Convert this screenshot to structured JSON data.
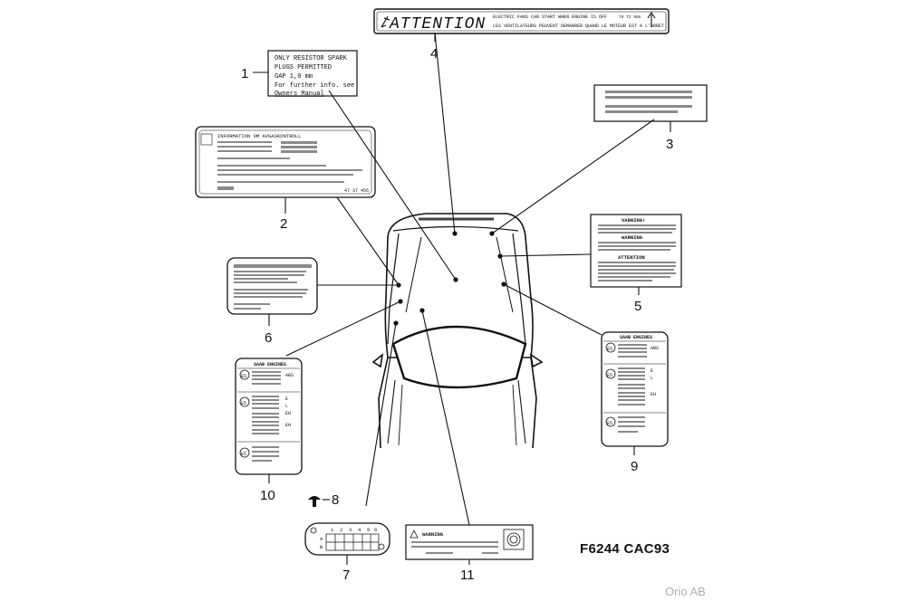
{
  "callouts": [
    "1",
    "2",
    "3",
    "4",
    "5",
    "6",
    "7",
    "8",
    "9",
    "10",
    "11"
  ],
  "label1": {
    "lines": [
      "ONLY RESISTOR SPARK",
      "PLUGS PERMITTED",
      "GAP  1,0 mm",
      "For further info. see",
      "Owners  Manual"
    ]
  },
  "label4": {
    "title": "ATTENTION",
    "line1": "ELECTRIC FANS CAN START WHEN ENGINE IS OFF",
    "line2": "LES VENTILATEURS PEUVENT DEMARRER QUAND LE MOTEUR EST A L'ARRET",
    "code": "78 72 986"
  },
  "label2": {
    "heading": "INFORMATION OM AVGASKONTROLL",
    "code": "47 37 456"
  },
  "label5": {
    "headings": [
      "VARNING!",
      "WARNING",
      "ATTENTION"
    ]
  },
  "label9": {
    "heading": "SAAB ENGINES",
    "marks": [
      "E5",
      "E5",
      "E5"
    ],
    "tags": [
      "ABS",
      "E",
      "L",
      "EH"
    ]
  },
  "label10": {
    "heading": "SAAB ENGINES",
    "marks": [
      "E5",
      "E5",
      "E5"
    ],
    "tags": [
      "ABS",
      "E",
      "L",
      "EH",
      "EH"
    ]
  },
  "label7": {
    "digits": [
      "1",
      "2",
      "3",
      "4",
      "5",
      "6"
    ],
    "rows": [
      "A",
      "B"
    ]
  },
  "label11": {
    "heading": "WARNING"
  },
  "figure_code": "F6244 CAC93",
  "watermark": "Orio AB"
}
